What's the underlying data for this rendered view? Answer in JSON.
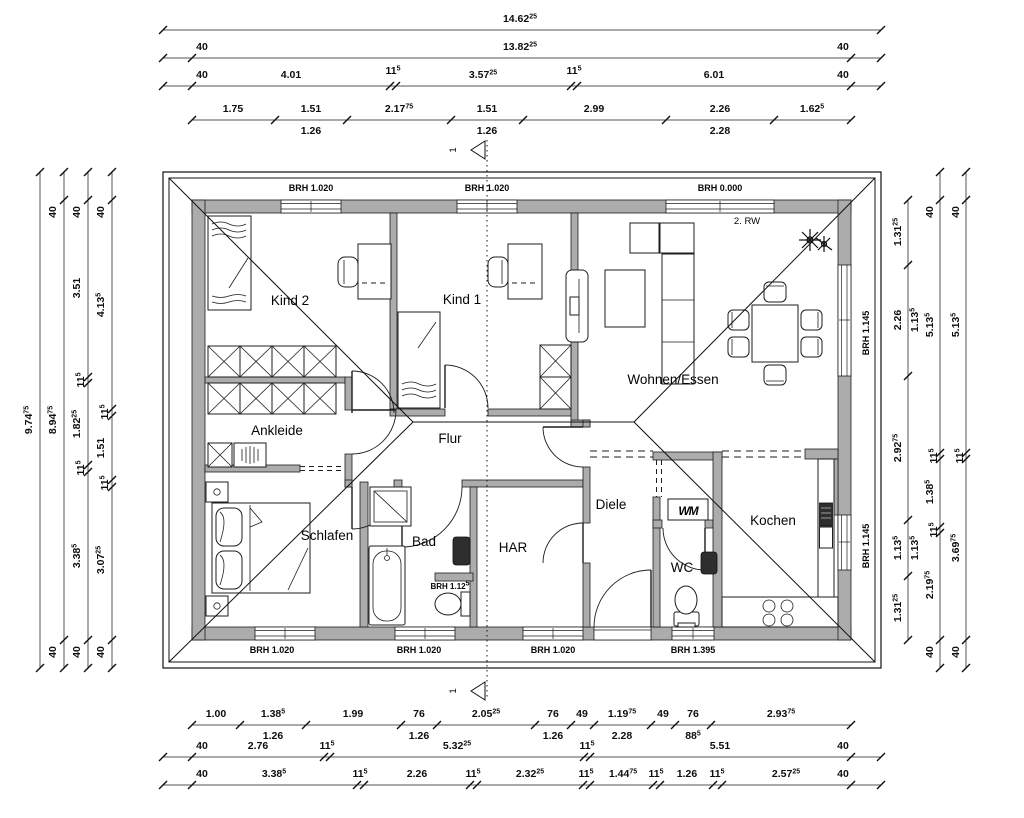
{
  "rooms": {
    "kind2": "Kind 2",
    "kind1": "Kind 1",
    "wohnen": "Wohnen/Essen",
    "ankleide": "Ankleide",
    "flur": "Flur",
    "schlafen": "Schlafen",
    "bad": "Bad",
    "har": "HAR",
    "diele": "Diele",
    "wc": "WC",
    "kochen": "Kochen"
  },
  "annotations": {
    "escape_route": "2. RW",
    "washer": "WM",
    "section": "1"
  },
  "brh": {
    "top1": "BRH 1.020",
    "top2": "BRH 1.020",
    "top3": "BRH 0.000",
    "bottom1": "BRH 1.020",
    "bottom2": "BRH 1.020",
    "bottom3": "BRH 1.020",
    "bottom4": "BRH 1.395",
    "right1": "BRH 1.145",
    "right2": "BRH 1.145",
    "bad": "BRH 1.12^5"
  },
  "dims": {
    "top": [
      {
        "labels": [
          "14.62^25"
        ]
      },
      {
        "labels": [
          "40",
          "13.82^25",
          "40"
        ]
      },
      {
        "labels": [
          "40",
          "4.01",
          "11^5",
          "3.57^25",
          "11^5",
          "6.01",
          "40"
        ]
      },
      {
        "labels": [
          "1.75",
          "1.51",
          "2.17^75",
          "1.51",
          "2.99",
          "2.26",
          "1.62^5"
        ],
        "subs": [
          "1.26",
          "1.26",
          "2.28"
        ]
      }
    ],
    "bottom": [
      {
        "labels": [
          "1.00",
          "1.38^5",
          "1.99",
          "76",
          "2.05^25",
          "76",
          "49",
          "1.19^75",
          "49",
          "76",
          "2.93^75"
        ],
        "subs": [
          "1.26",
          "1.26",
          "1.26",
          "2.28",
          "88^5"
        ]
      },
      {
        "labels": [
          "40",
          "2.76",
          "11^5",
          "5.32^25",
          "11^5",
          "5.51",
          "40"
        ]
      },
      {
        "labels": [
          "40",
          "3.38^5",
          "11^5",
          "2.26",
          "11^5",
          "2.32^25",
          "11^5",
          "1.44^75",
          "11^5",
          "1.26",
          "11^5",
          "2.57^25",
          "40"
        ]
      }
    ],
    "left": [
      {
        "labels": [
          "9.74^75"
        ]
      },
      {
        "labels": [
          "40",
          "8.94^75",
          "40"
        ]
      },
      {
        "labels": [
          "40",
          "3.51",
          "11^5",
          "1.82^25",
          "11^5",
          "3.38^5",
          "40"
        ]
      },
      {
        "labels": [
          "40",
          "4.13^5",
          "11^5",
          "1.51",
          "11^5",
          "3.07^25",
          "40"
        ]
      }
    ],
    "right": [
      {
        "labels": [
          "1.31^25",
          "2.26",
          "2.92^75",
          "1.13^5",
          "1.31^25"
        ],
        "subs": [
          "1.13^5",
          "1.13^5"
        ]
      },
      {
        "labels": [
          "40",
          "5.13^5",
          "11^5",
          "1.38^5",
          "11^5",
          "2.19^75",
          "40"
        ]
      },
      {
        "labels": [
          "40",
          "5.13^5",
          "11^5",
          "3.69^75",
          "40"
        ]
      }
    ]
  },
  "colors": {
    "wall_fill": "#acacac"
  }
}
